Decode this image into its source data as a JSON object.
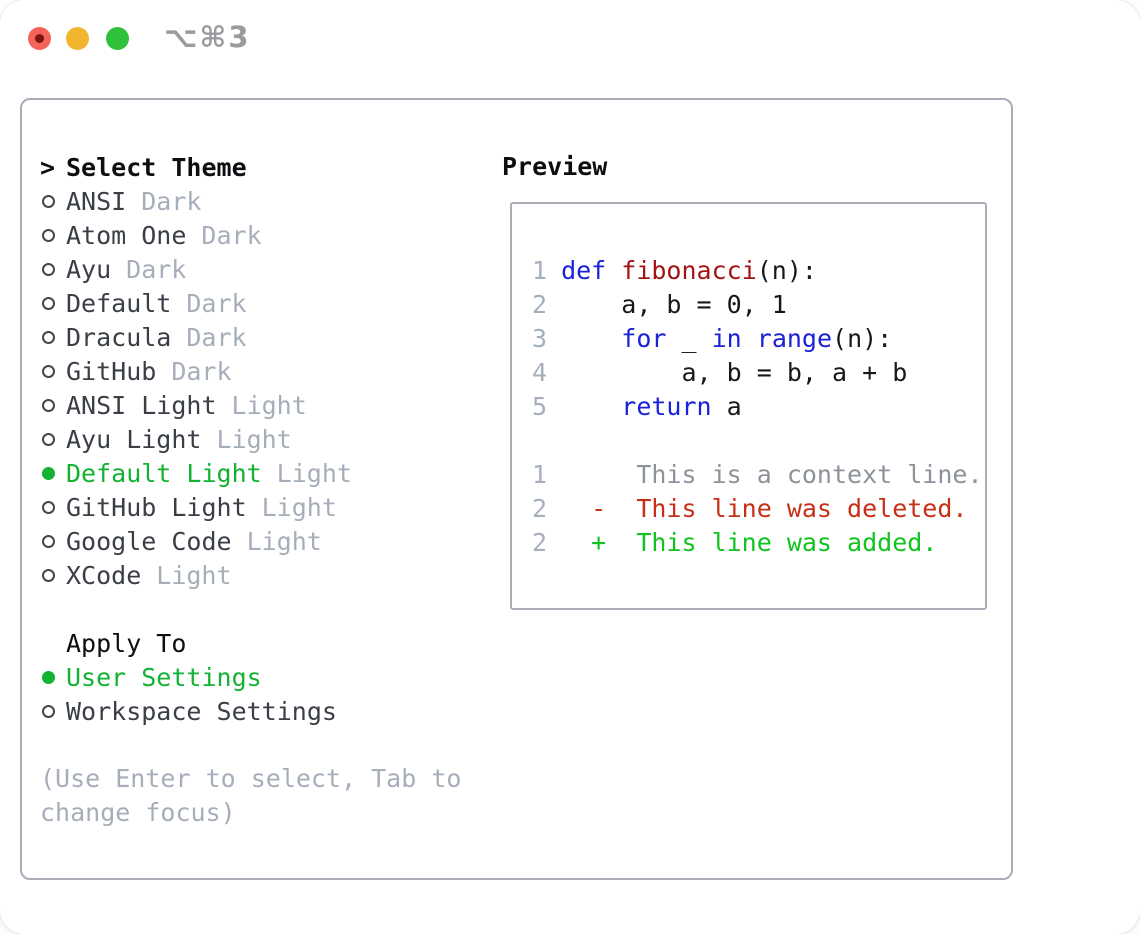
{
  "titlebar": {
    "title": "⌥⌘3"
  },
  "colors": {
    "accent_green": "#12b232",
    "keyword_blue": "#1b20d9",
    "function_red": "#a31515",
    "deleted_red": "#c72f17",
    "added_green": "#10c41f",
    "muted_gray": "#a6aeba",
    "border_gray": "#a9aeb8"
  },
  "theme_list": {
    "header_prefix": ">",
    "header": "Select Theme",
    "items": [
      {
        "name": "ANSI",
        "tag": "Dark",
        "selected": false
      },
      {
        "name": "Atom One",
        "tag": "Dark",
        "selected": false
      },
      {
        "name": "Ayu",
        "tag": "Dark",
        "selected": false
      },
      {
        "name": "Default",
        "tag": "Dark",
        "selected": false
      },
      {
        "name": "Dracula",
        "tag": "Dark",
        "selected": false
      },
      {
        "name": "GitHub",
        "tag": "Dark",
        "selected": false
      },
      {
        "name": "ANSI Light",
        "tag": "Light",
        "selected": false
      },
      {
        "name": "Ayu Light",
        "tag": "Light",
        "selected": false
      },
      {
        "name": "Default Light",
        "tag": "Light",
        "selected": true
      },
      {
        "name": "GitHub Light",
        "tag": "Light",
        "selected": false
      },
      {
        "name": "Google Code",
        "tag": "Light",
        "selected": false
      },
      {
        "name": "XCode",
        "tag": "Light",
        "selected": false
      }
    ]
  },
  "apply_to": {
    "header": "Apply To",
    "options": [
      {
        "name": "User Settings",
        "selected": true
      },
      {
        "name": "Workspace Settings",
        "selected": false
      }
    ]
  },
  "hint": {
    "text": "(Use Enter to select, Tab to change focus)"
  },
  "preview": {
    "title": "Preview",
    "code_lines": [
      {
        "num": "1",
        "tokens": [
          {
            "t": "def",
            "c": "kw"
          },
          {
            "t": " ",
            "c": "pl"
          },
          {
            "t": "fibonacci",
            "c": "fn"
          },
          {
            "t": "(n):",
            "c": "pl"
          }
        ]
      },
      {
        "num": "2",
        "tokens": [
          {
            "t": "    a, b = 0, 1",
            "c": "pl"
          }
        ]
      },
      {
        "num": "3",
        "tokens": [
          {
            "t": "    ",
            "c": "pl"
          },
          {
            "t": "for",
            "c": "kw"
          },
          {
            "t": " _ ",
            "c": "pl"
          },
          {
            "t": "in",
            "c": "kw"
          },
          {
            "t": " ",
            "c": "pl"
          },
          {
            "t": "range",
            "c": "kw"
          },
          {
            "t": "(n):",
            "c": "pl"
          }
        ]
      },
      {
        "num": "4",
        "tokens": [
          {
            "t": "        a, b = b, a + b",
            "c": "pl"
          }
        ]
      },
      {
        "num": "5",
        "tokens": [
          {
            "t": "    ",
            "c": "pl"
          },
          {
            "t": "return",
            "c": "kw"
          },
          {
            "t": " a",
            "c": "pl"
          }
        ]
      },
      {
        "num": "",
        "tokens": []
      },
      {
        "num": "1",
        "tokens": [
          {
            "t": "     This is a context line.",
            "c": "ctx"
          }
        ]
      },
      {
        "num": "2",
        "tokens": [
          {
            "t": "  -  This line was deleted.",
            "c": "del"
          }
        ]
      },
      {
        "num": "2",
        "tokens": [
          {
            "t": "  +  This line was added.",
            "c": "add"
          }
        ]
      }
    ]
  }
}
